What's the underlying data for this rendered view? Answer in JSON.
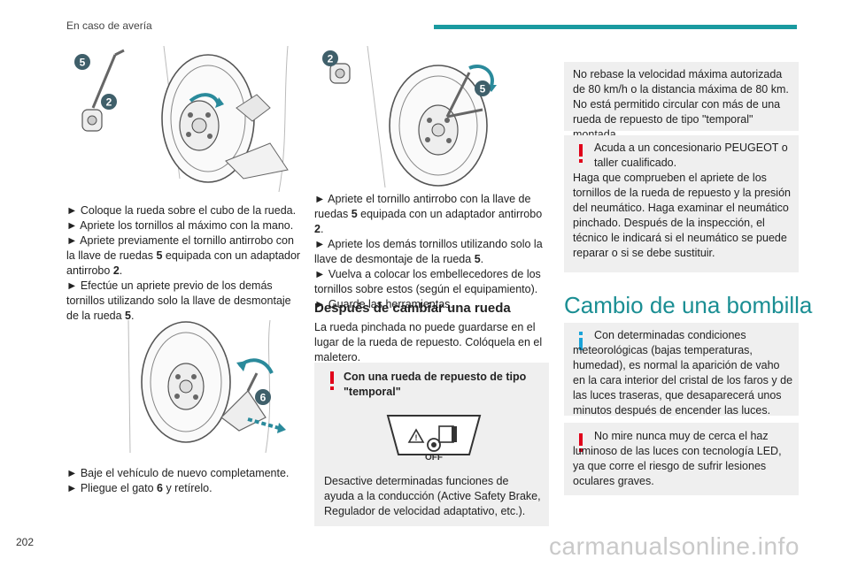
{
  "header": {
    "section": "En caso de avería"
  },
  "illustrations": {
    "step_a": {
      "labels": [
        "5",
        "2"
      ]
    },
    "step_b": {
      "labels": [
        "2",
        "5"
      ]
    },
    "step_c": {
      "labels": [
        "6"
      ]
    },
    "dashboard_icon": {
      "off_label": "OFF"
    }
  },
  "column1": {
    "block1": [
      "► Coloque la rueda sobre el cubo de la rueda.",
      "► Apriete los tornillos al máximo con la mano.",
      "► Apriete previamente el tornillo antirrobo con la llave de ruedas ",
      "5",
      " equipada con un adaptador antirrobo ",
      "2",
      ".",
      "► Efectúe un apriete previo de los demás tornillos utilizando solo la llave de desmontaje de la rueda ",
      "5",
      "."
    ],
    "block2": [
      "► Baje el vehículo de nuevo completamente.",
      "► Pliegue el gato ",
      "6",
      " y retírelo."
    ]
  },
  "column2": {
    "steps": [
      "► Apriete el tornillo antirrobo con la llave de ruedas ",
      "5",
      " equipada con un adaptador antirrobo ",
      "2",
      ".",
      "► Apriete los demás tornillos utilizando solo la llave de desmontaje de la rueda ",
      "5",
      ".",
      "► Vuelva a colocar los embellecedores de los tornillos sobre estos (según el equipamiento).",
      "► Guarde las herramientas."
    ],
    "subheading": "Después de cambiar una rueda",
    "after_text": "La rueda pinchada no puede guardarse en el lugar de la rueda de repuesto. Colóquela en el maletero.",
    "warning_box": {
      "title": "Con una rueda de repuesto de tipo \"temporal\"",
      "text": "Desactive determinadas funciones de ayuda a la conducción (Active Safety Brake, Regulador de velocidad adaptativo, etc.)."
    }
  },
  "column3": {
    "box1": "No rebase la velocidad máxima autorizada de 80 km/h o la distancia máxima de 80 km. No está permitido circular con más de una rueda de repuesto de tipo \"temporal\" montada.",
    "box2": {
      "lead": "Acuda a un concesionario PEUGEOT o taller cualificado.",
      "body": "Haga que comprueben el apriete de los tornillos de la rueda de repuesto y la presión del neumático. Haga examinar el neumático pinchado. Después de la inspección, el técnico le indicará si el neumático se puede reparar o si se debe sustituir."
    },
    "section_title": "Cambio de una bombilla",
    "info_box": "Con determinadas condiciones meteorológicas (bajas temperaturas, humedad), es normal la aparición de vaho en la cara interior del cristal de los faros y de las luces traseras, que desaparecerá unos minutos después de encender las luces.",
    "warning_box": "No mire nunca muy de cerca el haz luminoso de las luces con tecnología LED, ya que corre el riesgo de sufrir lesiones oculares graves."
  },
  "footer": {
    "page_number": "202",
    "watermark": "carmanualsonline.info"
  },
  "colors": {
    "accent": "#1a9aa0",
    "callout_number": "#3f5f6a",
    "warning": "#e0001a",
    "info": "#1aa3d8",
    "box_background": "#efefef",
    "arrow": "#2a8a9b"
  }
}
